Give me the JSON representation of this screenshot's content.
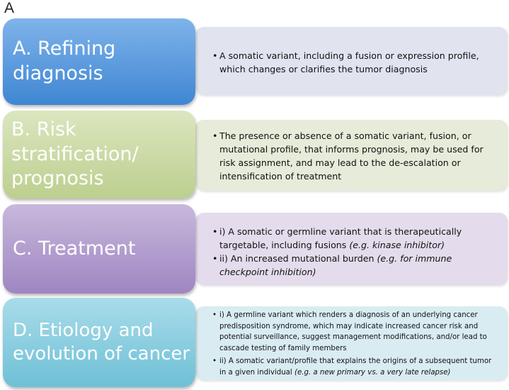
{
  "panel_letter": "A",
  "rows": [
    {
      "label": "A. Refining diagnosis",
      "colors": {
        "label_top": "#7fb3ea",
        "label_bottom": "#3f86d3",
        "desc_bg": "#e1e4ef"
      },
      "bullets": [
        {
          "text": "A somatic variant, including a fusion or expression profile, which changes or clarifies the tumor diagnosis",
          "example": ""
        }
      ]
    },
    {
      "label_lines": [
        "B. Risk stratification/",
        "prognosis"
      ],
      "colors": {
        "label_top": "#dbe6bf",
        "label_bottom": "#bccf8f",
        "desc_bg": "#e6ecd9"
      },
      "bullets": [
        {
          "text": "The presence or absence of a somatic variant, fusion, or mutational profile, that informs prognosis, may be used for risk assignment, and may lead to the de-escalation or intensification of treatment",
          "example": ""
        }
      ]
    },
    {
      "label": "C. Treatment",
      "colors": {
        "label_top": "#c8b8dc",
        "label_bottom": "#9e86c1",
        "desc_bg": "#e4dcec"
      },
      "bullets": [
        {
          "text": "i) A somatic or germline variant that is therapeutically targetable, including fusions ",
          "example": "(e.g. kinase inhibitor)"
        },
        {
          "text": "ii) An increased mutational burden ",
          "example": "(e.g. for immune checkpoint inhibition)"
        }
      ]
    },
    {
      "label_lines": [
        "D. Etiology and",
        "evolution of cancer"
      ],
      "colors": {
        "label_top": "#a9dcea",
        "label_bottom": "#6fc0d6",
        "desc_bg": "#d9ecf2"
      },
      "bullets": [
        {
          "text": "i) A germline variant which renders a diagnosis of an underlying cancer predisposition syndrome, which may indicate increased cancer risk and potential surveillance, suggest management modifications, and/or lead to cascade testing of family members",
          "example": ""
        },
        {
          "text": "ii) A somatic variant/profile that explains the origins of a subsequent tumor  in a given individual ",
          "example": "(e.g. a new primary vs. a very late relapse)"
        }
      ]
    }
  ]
}
